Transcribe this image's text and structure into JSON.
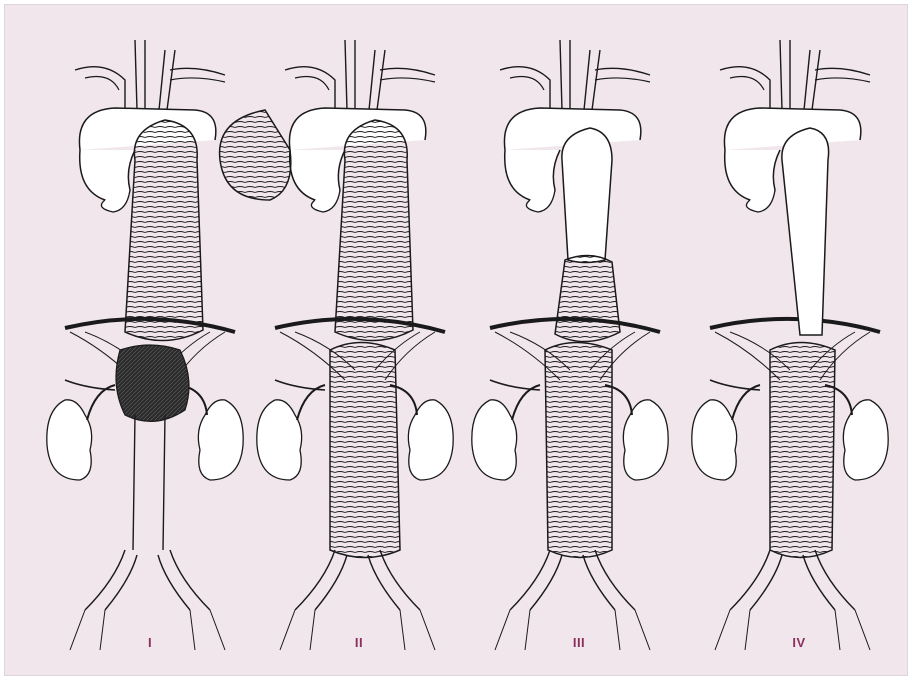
{
  "labels": [
    "I",
    "II",
    "III",
    "IV"
  ],
  "colors": {
    "background": "#f1e6ec",
    "label": "#8b2f5e",
    "ink": "#1a1a1a"
  }
}
